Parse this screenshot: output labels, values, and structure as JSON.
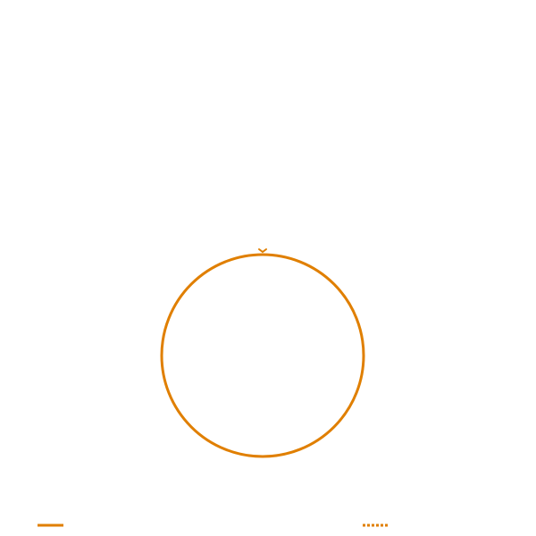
{
  "diagram": {
    "shape": "circle",
    "colors": {
      "background": "#ffffff",
      "stroke": "#e07f00"
    },
    "legend": [
      {
        "line_style": "solid"
      },
      {
        "line_style": "dotted"
      }
    ]
  }
}
